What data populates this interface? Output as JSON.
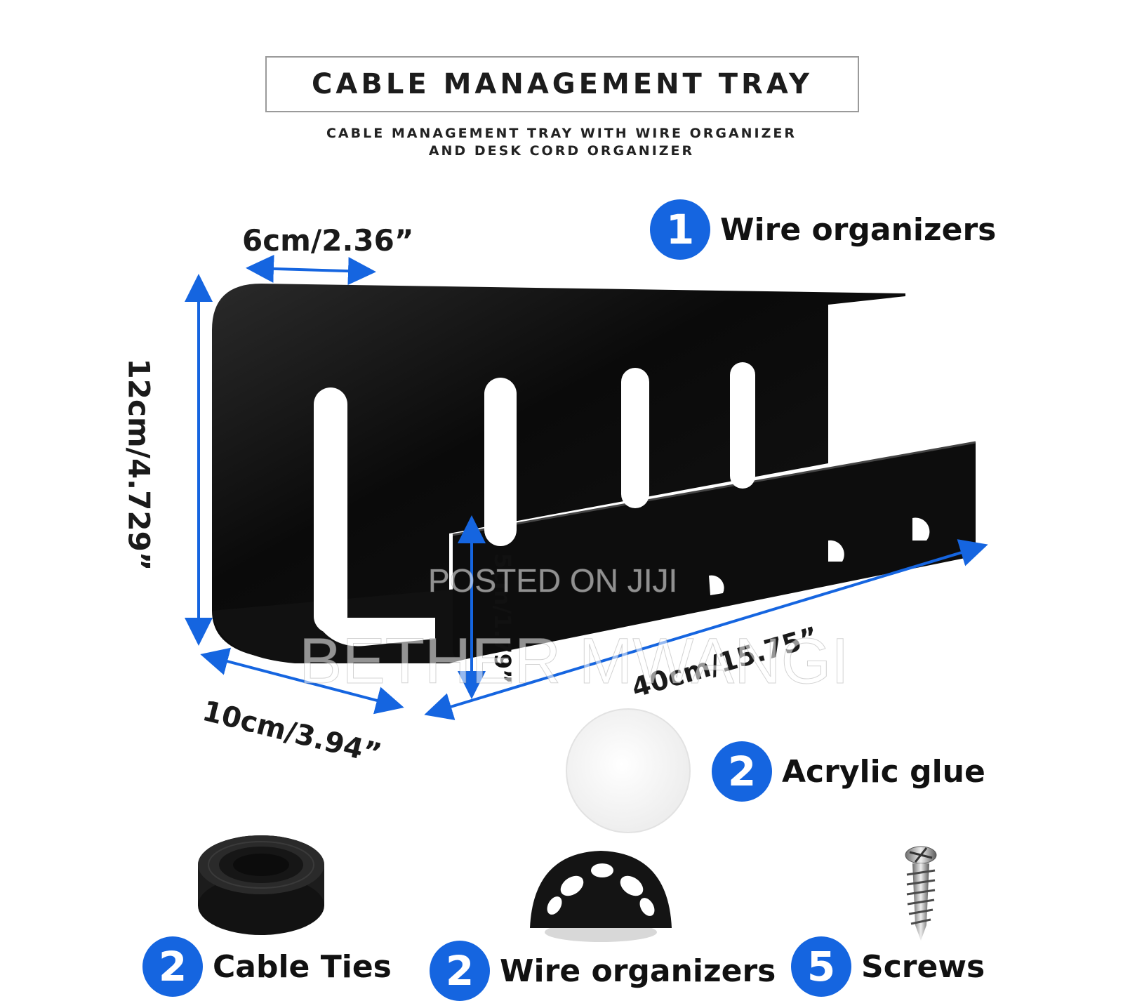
{
  "header": {
    "title": "CABLE MANAGEMENT TRAY",
    "subtitle_line1": "CABLE MANAGEMENT TRAY WITH WIRE ORGANIZER",
    "subtitle_line2": "AND DESK CORD ORGANIZER"
  },
  "dimensions": {
    "top_width": "6cm/2.36”",
    "height": "12cm/4.729”",
    "depth": "10cm/3.94”",
    "length": "40cm/15.75”",
    "front_height": "5cm/1.79”"
  },
  "features": [
    {
      "count": "1",
      "label": "Wire organizers"
    },
    {
      "count": "2",
      "label": "Acrylic glue"
    },
    {
      "count": "2",
      "label": "Cable Ties"
    },
    {
      "count": "2",
      "label": "Wire organizers"
    },
    {
      "count": "5",
      "label": "Screws"
    }
  ],
  "watermark": {
    "line1": "POSTED ON JIJI",
    "line2": "BETHER MWANGI"
  },
  "colors": {
    "accent": "#1565e0",
    "tray": "#0c0c0c"
  }
}
